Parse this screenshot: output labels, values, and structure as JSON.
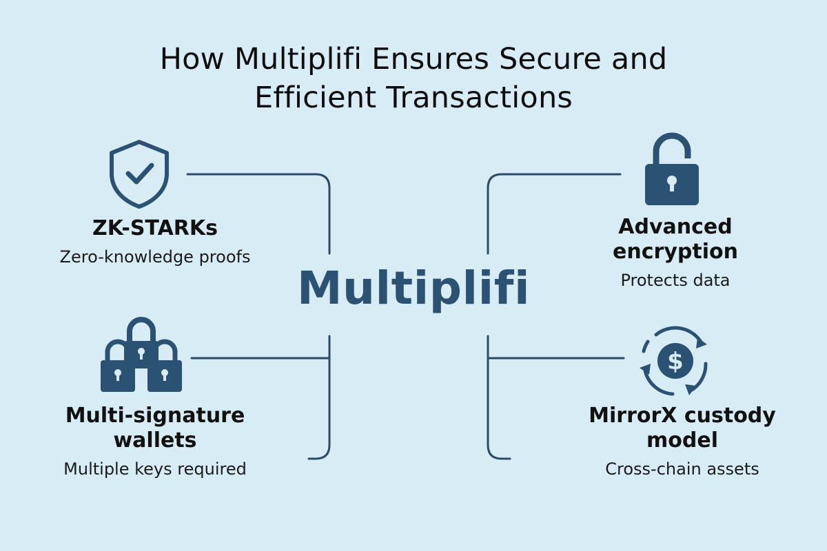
{
  "title": {
    "line1": "How Multiplifi Ensures Secure and",
    "line2": "Efficient Transactions"
  },
  "center": {
    "label": "Multiplifi"
  },
  "features": [
    {
      "name": "ZK-STARKs",
      "description": "Zero-knowledge proofs",
      "icon": "shield-check-icon"
    },
    {
      "name_line1": "Multi-signature",
      "name_line2": "wallets",
      "description": "Multiple keys required",
      "icon": "multi-lock-icon"
    },
    {
      "name_line1": "Advanced",
      "name_line2": "encryption",
      "description": "Protects data",
      "icon": "padlock-icon"
    },
    {
      "name_line1": "MirrorX custody",
      "name_line2": "model",
      "description": "Cross-chain assets",
      "icon": "dollar-cycle-icon"
    }
  ],
  "colors": {
    "background": "#d8ecf6",
    "accent": "#2c5273",
    "line": "#2c4b66",
    "text": "#111111"
  }
}
